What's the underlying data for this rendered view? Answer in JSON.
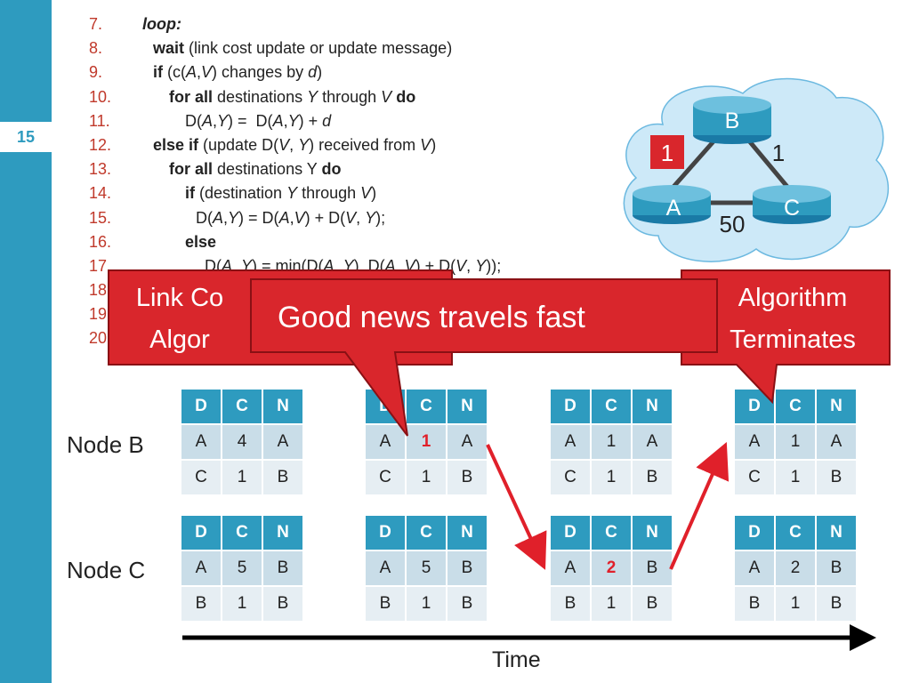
{
  "slide_number": "15",
  "code_lines": [
    {
      "num": "7.",
      "html": "<b><i>loop:</i></b>"
    },
    {
      "num": "8.",
      "html": "<b>wait</b> (link cost update or update message)"
    },
    {
      "num": "9.",
      "html": "<b>if</b> (c(<i>A</i>,<i>V</i>) changes by <i>d</i>)"
    },
    {
      "num": "10.",
      "html": "<b>for all</b> destinations <i>Y</i> through <i>V</i> <b>do</b>"
    },
    {
      "num": "11.",
      "html": "D(<i>A</i>,<i>Y</i>) =&nbsp; D(<i>A</i>,<i>Y</i>) + <i>d</i>"
    },
    {
      "num": "12.",
      "html": "<b>else if</b> (update D(<i>V</i>, <i>Y</i>) received from <i>V</i>)"
    },
    {
      "num": "13.",
      "html": "<b>for all</b> destinations Y <b>do</b>"
    },
    {
      "num": "14.",
      "html": "<b>if</b> (destination <i>Y</i> through <i>V</i>)"
    },
    {
      "num": "15.",
      "html": "D(<i>A</i>,<i>Y</i>) = D(<i>A</i>,<i>V</i>) + D(<i>V</i>, <i>Y</i>);"
    },
    {
      "num": "16.",
      "html": "<b>else</b>"
    },
    {
      "num": "17.",
      "html": "D(<i>A</i>, <i>Y</i>) = min(D(<i>A</i>, <i>Y</i>), D(<i>A</i>, <i>V</i>) + D(<i>V</i>, <i>Y</i>));"
    },
    {
      "num": "18.",
      "html": ""
    },
    {
      "num": "19.",
      "html": ""
    },
    {
      "num": "20.",
      "html": ""
    }
  ],
  "network": {
    "nodes": [
      "A",
      "B",
      "C"
    ],
    "edges": [
      {
        "from": "B",
        "to": "A",
        "cost": "1"
      },
      {
        "from": "B",
        "to": "C",
        "cost": "1"
      },
      {
        "from": "A",
        "to": "C",
        "cost": "50"
      }
    ]
  },
  "callouts": {
    "left": "Link Cost Changes Here Algorithm",
    "left_line1": "Link Co",
    "left_line2": "Algor",
    "right_line1": "Algorithm",
    "right_line2": "Terminates",
    "main": "Good news travels fast"
  },
  "headers": [
    "D",
    "C",
    "N"
  ],
  "node_labels": {
    "b": "Node B",
    "c": "Node C"
  },
  "node_b_tables": [
    [
      [
        "A",
        "4",
        "A"
      ],
      [
        "C",
        "1",
        "B"
      ]
    ],
    [
      [
        "A",
        "1",
        "A"
      ],
      [
        "C",
        "1",
        "B"
      ]
    ],
    [
      [
        "A",
        "1",
        "A"
      ],
      [
        "C",
        "1",
        "B"
      ]
    ],
    [
      [
        "A",
        "1",
        "A"
      ],
      [
        "C",
        "1",
        "B"
      ]
    ]
  ],
  "node_c_tables": [
    [
      [
        "A",
        "5",
        "B"
      ],
      [
        "B",
        "1",
        "B"
      ]
    ],
    [
      [
        "A",
        "5",
        "B"
      ],
      [
        "B",
        "1",
        "B"
      ]
    ],
    [
      [
        "A",
        "2",
        "B"
      ],
      [
        "B",
        "1",
        "B"
      ]
    ],
    [
      [
        "A",
        "2",
        "B"
      ],
      [
        "B",
        "1",
        "B"
      ]
    ]
  ],
  "time_label": "Time",
  "colors": {
    "accent": "#2e9bbf",
    "callout": "#d9262c",
    "highlight": "#e0202a",
    "cloud": "#cde9f8"
  }
}
